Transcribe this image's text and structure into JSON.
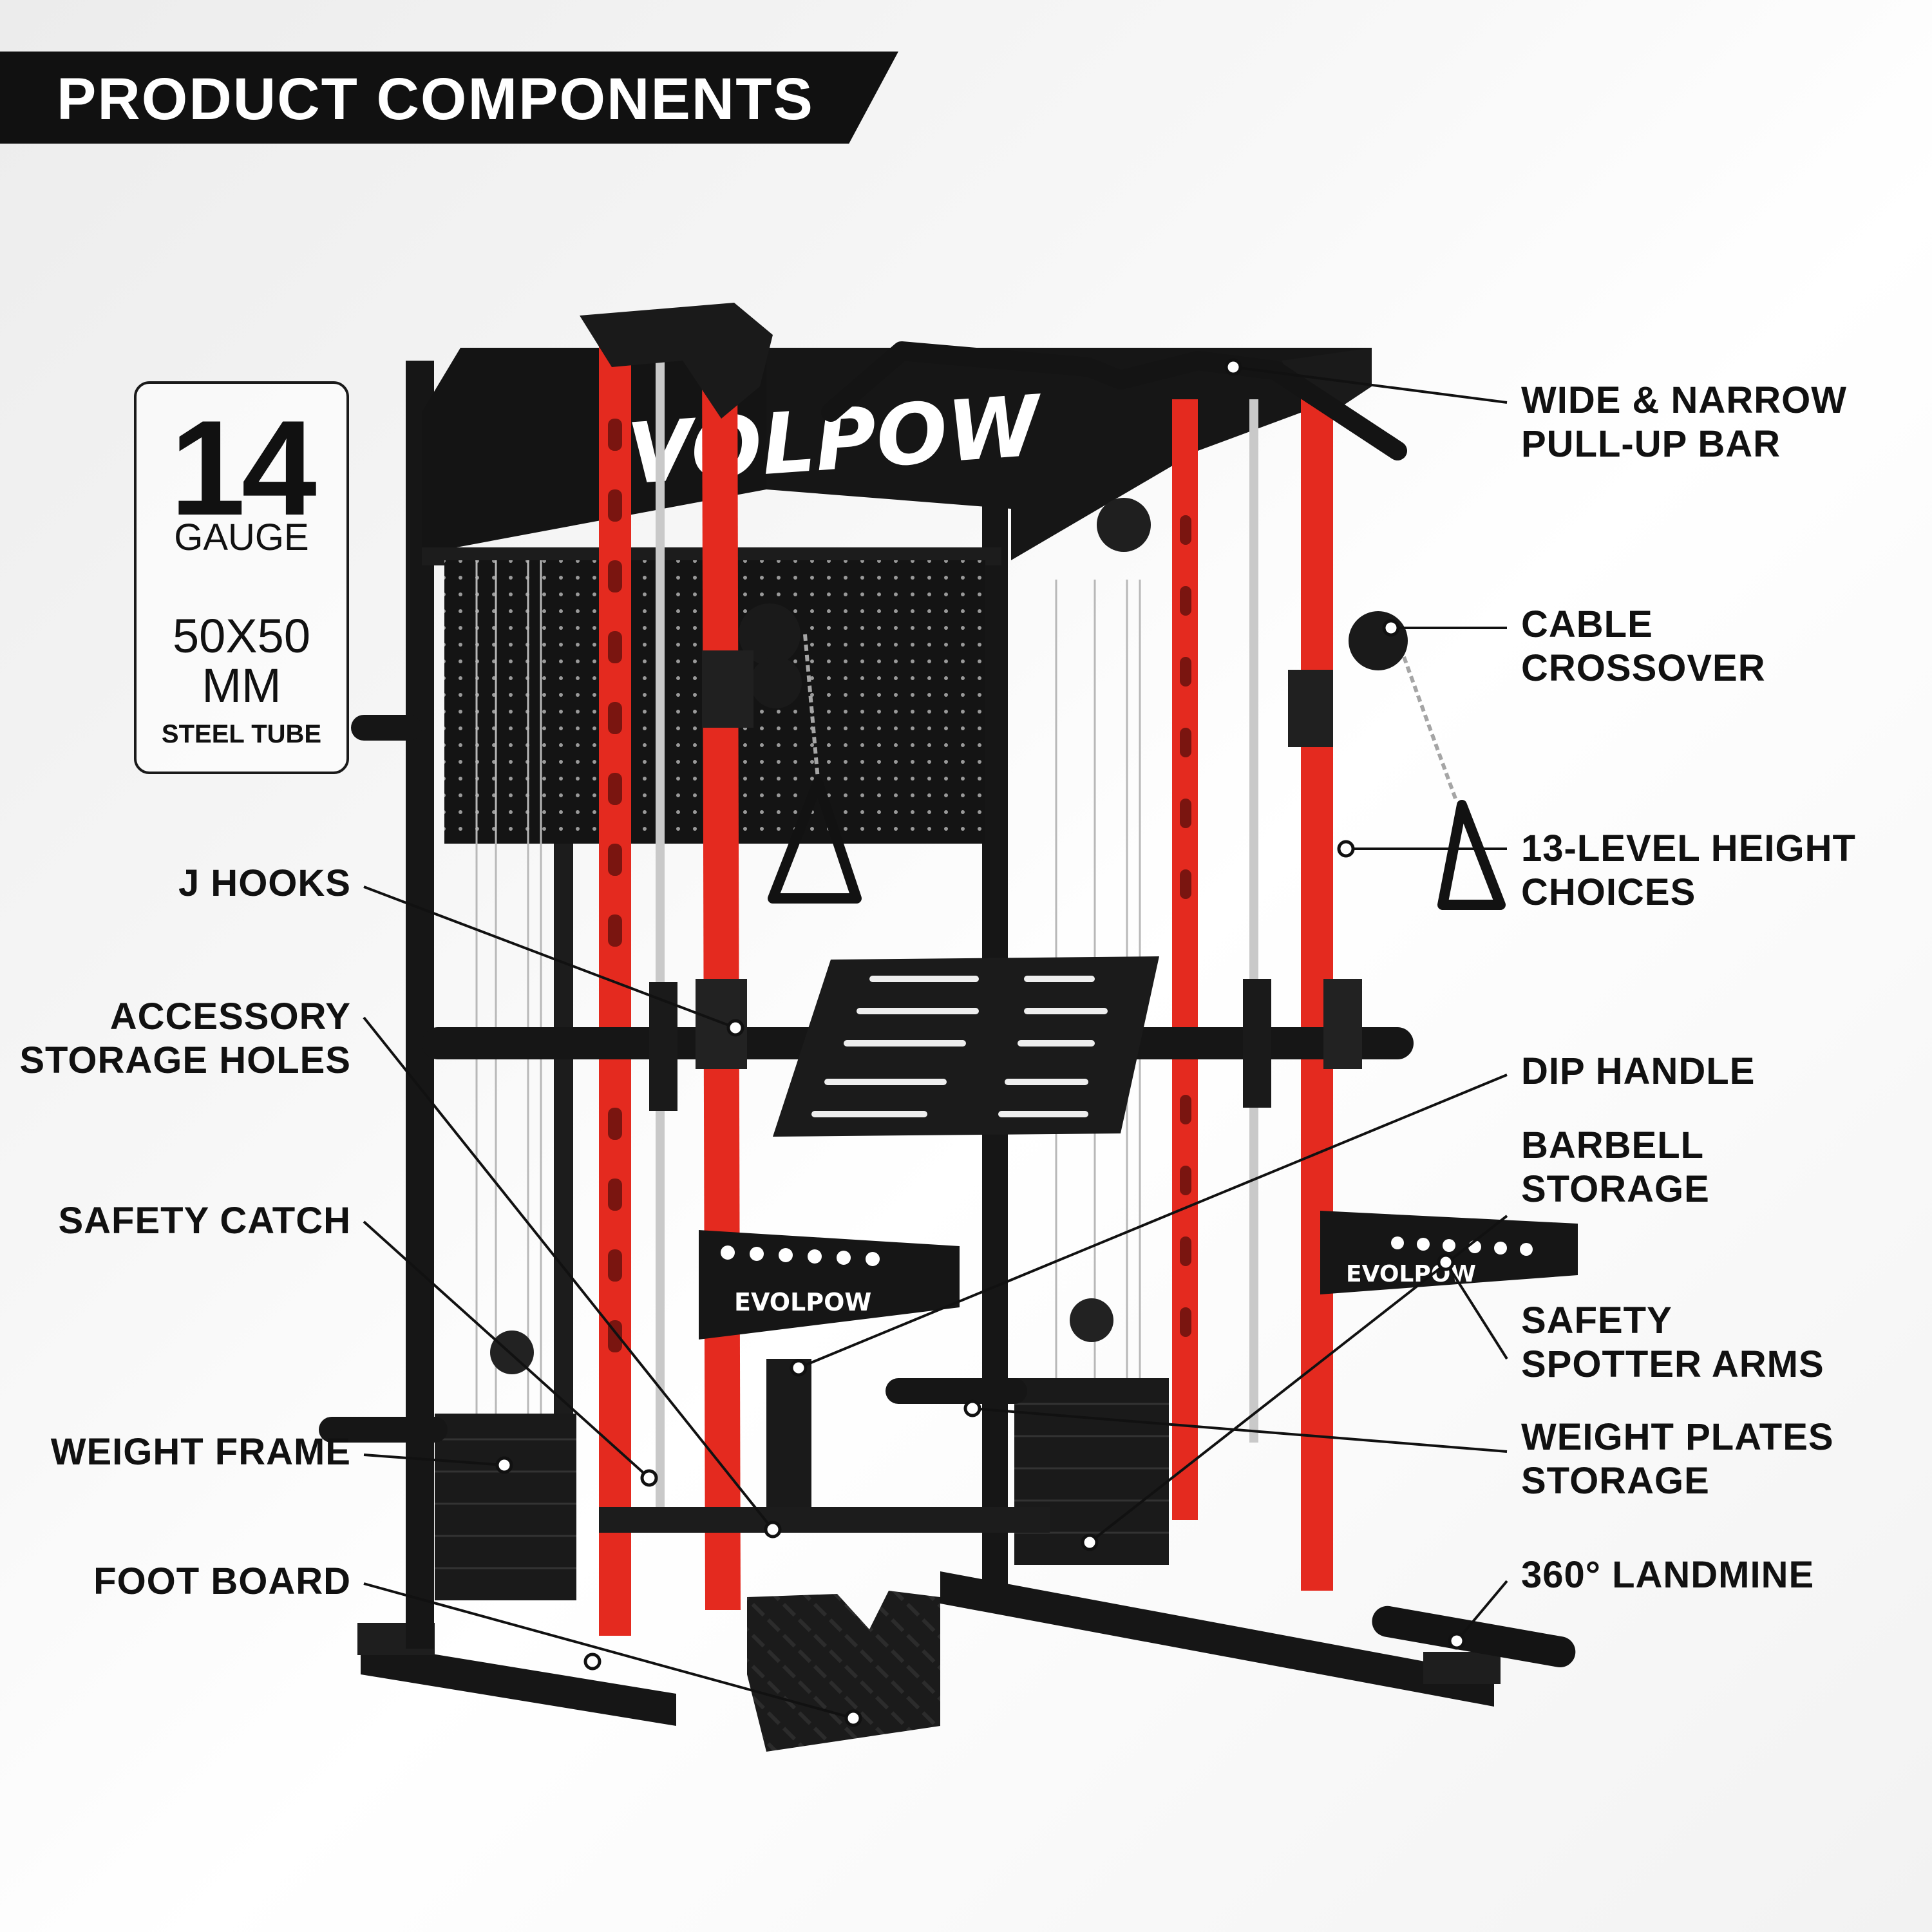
{
  "header": {
    "title": "PRODUCT COMPONENTS"
  },
  "spec": {
    "gauge_number": "14",
    "gauge_label": "GAUGE",
    "tube_size_line1": "50X50",
    "tube_size_line2": "MM",
    "tube_label": "STEEL TUBE"
  },
  "brand": {
    "logo_text": "VOLPOW",
    "arm_logo_text": "EVOLPOW"
  },
  "callouts": {
    "pull_up_bar": [
      "WIDE & NARROW",
      "PULL-UP BAR"
    ],
    "cable_crossover": [
      "CABLE",
      "CROSSOVER"
    ],
    "height_choices": [
      "13-LEVEL HEIGHT",
      "CHOICES"
    ],
    "j_hooks": [
      "J HOOKS"
    ],
    "accessory_holes": [
      "ACCESSORY",
      "STORAGE HOLES"
    ],
    "dip_handle": [
      "DIP HANDLE"
    ],
    "barbell_storage": [
      "BARBELL",
      "STORAGE"
    ],
    "safety_catch": [
      "SAFETY CATCH"
    ],
    "spotter_arms": [
      "SAFETY",
      "SPOTTER ARMS"
    ],
    "weight_frame": [
      "WEIGHT FRAME"
    ],
    "plates_storage": [
      "WEIGHT PLATES",
      "STORAGE"
    ],
    "foot_board": [
      "FOOT BOARD"
    ],
    "landmine": [
      "360° LANDMINE"
    ]
  },
  "colors": {
    "frame_red": "#e42a1f",
    "frame_black": "#161616",
    "banner_black": "#111111",
    "text_black": "#111111"
  }
}
